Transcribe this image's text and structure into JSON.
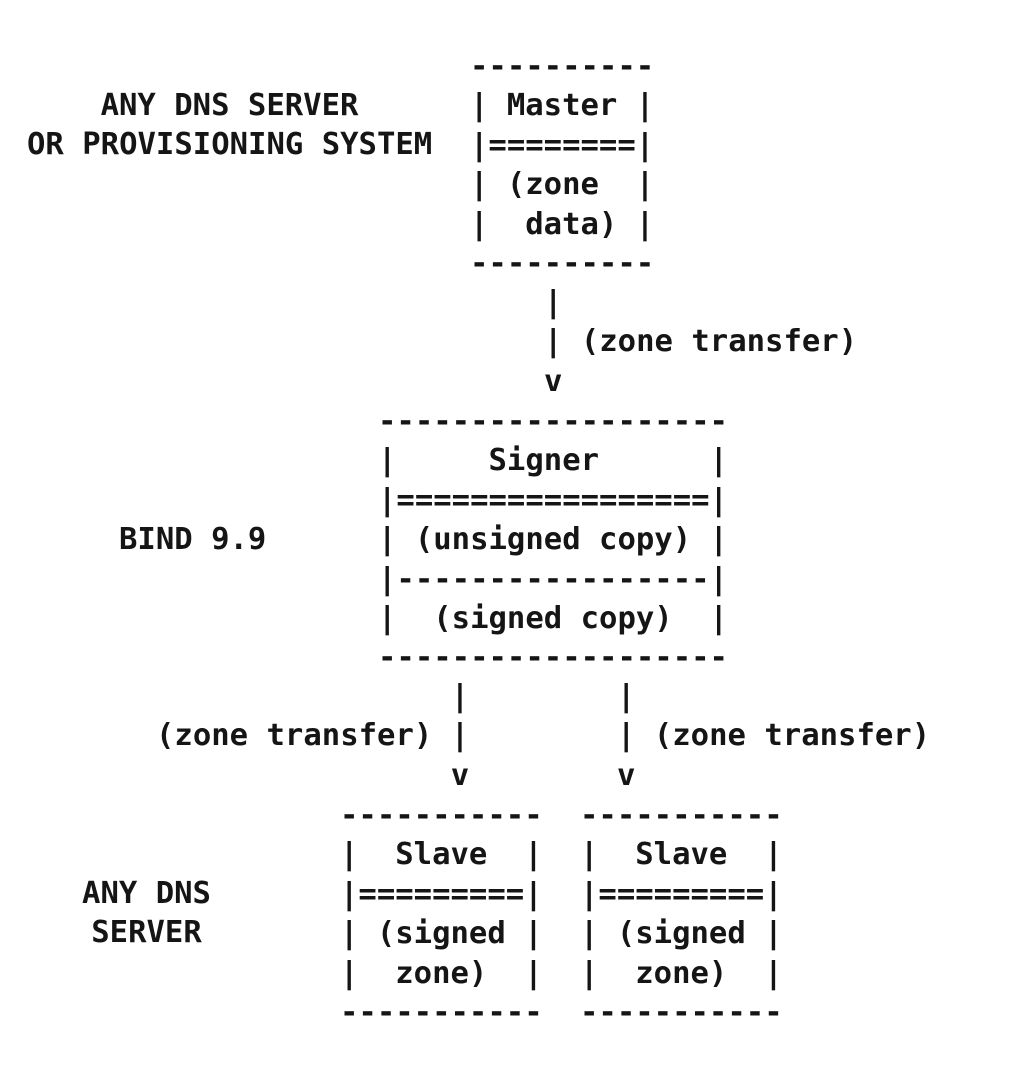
{
  "colors": {
    "background": "#ffffff",
    "text": "#151515"
  },
  "diagram": {
    "labels": {
      "provisioning_system": "ANY DNS SERVER\nOR PROVISIONING SYSTEM",
      "bind_version": "BIND 9.9",
      "any_dns_server": "ANY DNS\nSERVER"
    },
    "boxes": {
      "master": "----------\n| Master |\n|========|\n| (zone  |\n|  data) |\n----------",
      "signer": "-------------------\n|     Signer      |\n|=================|\n| (unsigned copy) |\n|-----------------|\n|  (signed copy)  |\n-------------------",
      "slave_left": "-----------\n|  Slave  |\n|=========|\n| (signed |\n|  zone)  |\n-----------",
      "slave_right": "-----------\n|  Slave  |\n|=========|\n| (signed |\n|  zone)  |\n-----------"
    },
    "connectors": {
      "master_to_signer": "|\n| (zone transfer)\nv",
      "signer_to_slave_left": "                |\n(zone transfer) |\n                v",
      "signer_to_slave_right": "|\n| (zone transfer)\nv"
    }
  }
}
